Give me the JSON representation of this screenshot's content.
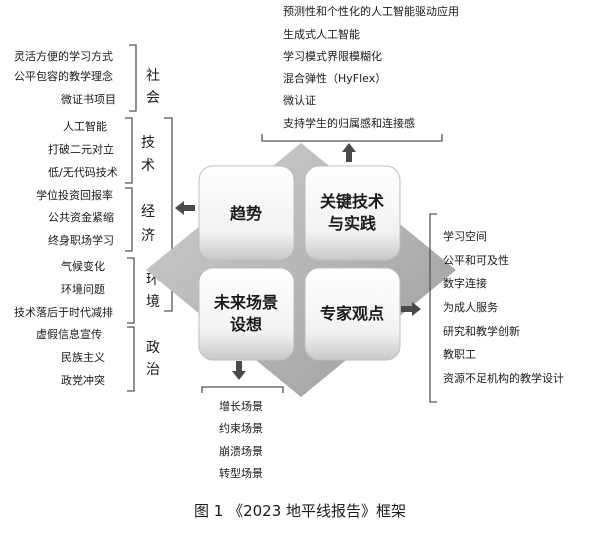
{
  "top_items": [
    "预测性和个性化的人工智能驱动应用",
    "生成式人工智能",
    "学习模式界限模糊化",
    "混合弹性（HyFlex）",
    "微认证",
    "支持学生的归属感和连接感"
  ],
  "left_groups": [
    {
      "name": "社会",
      "items": [
        "灵活方便的学习方式",
        "公平包容的教学理念",
        "微证书项目"
      ]
    },
    {
      "name": "技术",
      "items": [
        "人工智能",
        "打破二元对立",
        "低/无代码技术"
      ]
    },
    {
      "name": "经济",
      "items": [
        "学位投资回报率",
        "公共资金紧缩",
        "终身职场学习"
      ]
    },
    {
      "name": "环境",
      "items": [
        "气候变化",
        "环境问题",
        "技术落后于时代减排"
      ]
    },
    {
      "name": "政治",
      "items": [
        "虚假信息宣传",
        "民族主义",
        "政党冲突"
      ]
    }
  ],
  "tiles": {
    "trends": "趋势",
    "key_tech": [
      "关键技术",
      "与实践"
    ],
    "scenarios": [
      "未来场景",
      "设想"
    ],
    "expert": "专家观点"
  },
  "right_items": [
    "学习空间",
    "公平和可及性",
    "数字连接",
    "为成人服务",
    "研究和教学创新",
    "教职工",
    "资源不足机构的教学设计"
  ],
  "bottom_items": [
    "增长场景",
    "约束场景",
    "崩溃场景",
    "转型场景"
  ],
  "caption": "图 1 《2023 地平线报告》框架",
  "colors": {
    "tile_fill": "#ffffff",
    "diamond_fill": "#b8b8b8",
    "text": "#1a1a1a",
    "bracket": "#555555"
  }
}
